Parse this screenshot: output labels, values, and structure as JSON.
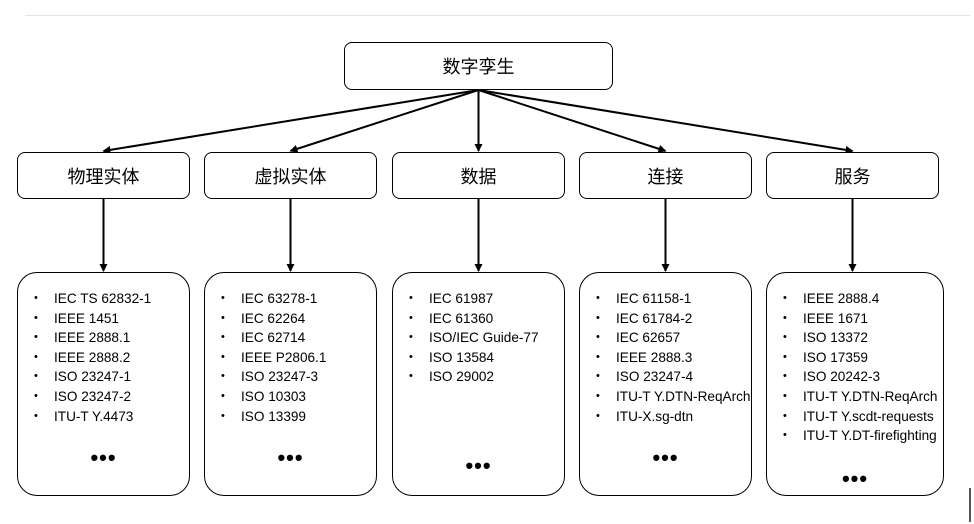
{
  "root": {
    "label": "数字孪生"
  },
  "branches": [
    {
      "label": "物理实体",
      "items": [
        "IEC TS 62832-1",
        "IEEE 1451",
        "IEEE 2888.1",
        "IEEE 2888.2",
        "ISO 23247-1",
        "ISO 23247-2",
        "ITU-T Y.4473"
      ],
      "more": "•••"
    },
    {
      "label": "虚拟实体",
      "items": [
        "IEC 63278-1",
        "IEC 62264",
        "IEC 62714",
        "IEEE P2806.1",
        "ISO 23247-3",
        "ISO 10303",
        "ISO 13399"
      ],
      "more": "•••"
    },
    {
      "label": "数据",
      "items": [
        "IEC 61987",
        "IEC 61360",
        "ISO/IEC Guide-77",
        "ISO 13584",
        "ISO 29002"
      ],
      "more": "•••"
    },
    {
      "label": "连接",
      "items": [
        "IEC 61158-1",
        "IEC 61784-2",
        "IEC 62657",
        "IEEE 2888.3",
        "ISO 23247-4",
        "ITU-T Y.DTN-ReqArch",
        "ITU-X.sg-dtn"
      ],
      "more": "•••"
    },
    {
      "label": "服务",
      "items": [
        "IEEE 2888.4",
        "IEEE 1671",
        "ISO 13372",
        "ISO 17359",
        "ISO 20242-3",
        "ITU-T Y.DTN-ReqArch",
        "ITU-T Y.scdt-requests",
        "ITU-T Y.DT-firefighting"
      ],
      "more": "•••"
    }
  ]
}
